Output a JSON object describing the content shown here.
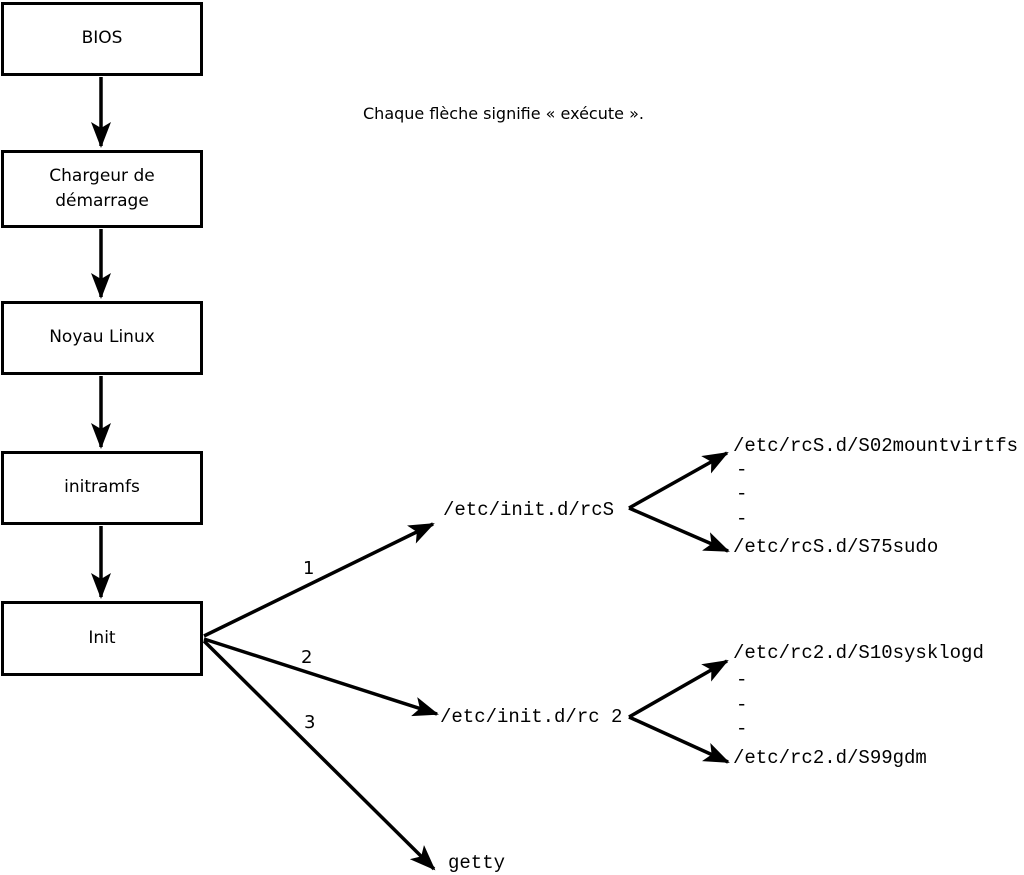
{
  "note": "Chaque flèche signifie « exécute ».",
  "chain": [
    {
      "label": "BIOS"
    },
    {
      "label": "Chargeur de démarrage"
    },
    {
      "label": "Noyau Linux"
    },
    {
      "label": "initramfs"
    },
    {
      "label": "Init"
    }
  ],
  "branches": [
    {
      "order": "1",
      "target": "/etc/init.d/rcS"
    },
    {
      "order": "2",
      "target": "/etc/init.d/rc 2"
    },
    {
      "order": "3",
      "target": "getty"
    }
  ],
  "rcs_scripts": {
    "first": "/etc/rcS.d/S02mountvirtfs",
    "ellipsis": [
      "-",
      "-",
      "-"
    ],
    "last": "/etc/rcS.d/S75sudo"
  },
  "rc2_scripts": {
    "first": "/etc/rc2.d/S10sysklogd",
    "ellipsis": [
      "-",
      "-",
      "-"
    ],
    "last": "/etc/rc2.d/S99gdm"
  },
  "colors": {
    "line": "#000000",
    "background": "#ffffff"
  }
}
